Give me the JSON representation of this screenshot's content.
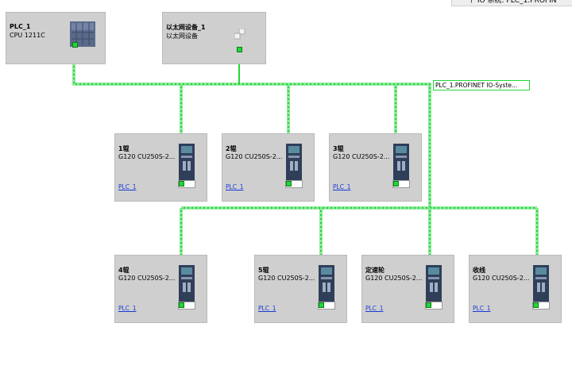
{
  "header_banner": "个 IO 系统: PLC_1.PROFIN",
  "network": {
    "label": "PLC_1.PROFINET IO-Syste...",
    "color": "#22d63a"
  },
  "plc": {
    "name": "PLC_1",
    "model": "CPU 1211C"
  },
  "ethernet_device": {
    "name": "以太网设备_1",
    "type": "以太网设备"
  },
  "drives": [
    {
      "name": "1辊",
      "model": "G120  CU250S-2...",
      "link": "PLC_1"
    },
    {
      "name": "2辊",
      "model": "G120  CU250S-2...",
      "link": "PLC_1"
    },
    {
      "name": "3辊",
      "model": "G120  CU250S-2...",
      "link": "PLC_1"
    },
    {
      "name": "4辊",
      "model": "G120  CU250S-2...",
      "link": "PLC_1"
    },
    {
      "name": "5辊",
      "model": "G120  CU250S-2...",
      "link": "PLC_1"
    },
    {
      "name": "定速轮",
      "model": "G120  CU250S-2...",
      "link": "PLC_1"
    },
    {
      "name": "收线",
      "model": "G120  CU250S-2...",
      "link": "PLC_1"
    }
  ]
}
